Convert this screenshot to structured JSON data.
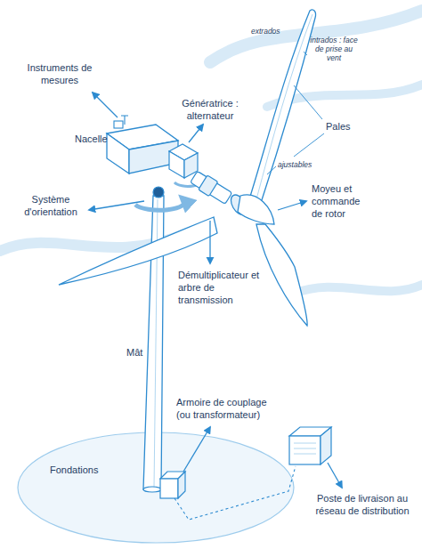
{
  "diagram": {
    "labels": [
      "extrados",
      "intrados : face de prise au vent",
      "Instruments de mesures",
      "Génératrice : alternateur",
      "Nacelle",
      "Pales",
      "ajustables",
      "Système d'orientation",
      "Moyeu et commande de rotor",
      "Démultiplicateur et arbre de transmission",
      "Mât",
      "Armoire de couplage (ou transformateur)",
      "Fondations",
      "Poste de livraison au réseau de distribution"
    ]
  }
}
